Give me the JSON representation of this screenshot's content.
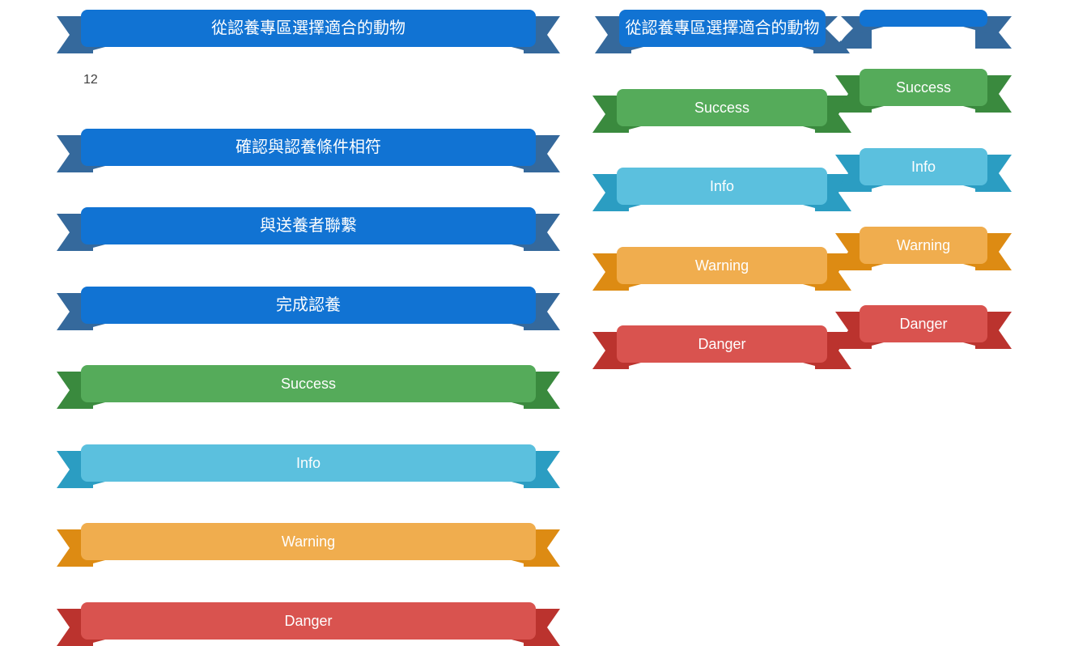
{
  "page": {
    "background": "#ffffff"
  },
  "counter_text": "12",
  "colors": {
    "primary": {
      "banner": "#1173d3",
      "tail": "#35699c"
    },
    "success": {
      "banner": "#55ab5a",
      "tail": "#3a8a3e"
    },
    "info": {
      "banner": "#5bc0de",
      "tail": "#2b9dc2"
    },
    "warning": {
      "banner": "#f0ad4e",
      "tail": "#dd8b13"
    },
    "danger": {
      "banner": "#d9534f",
      "tail": "#bb332e"
    },
    "label_text": "#fefefe",
    "counter_text_color": "#3f3f3f"
  },
  "icons": {
    "diamond-icon": "◆"
  },
  "left_column": {
    "ribbons": [
      {
        "label": "從認養專區選擇適合的動物",
        "variant": "primary"
      },
      {
        "label": "確認與認養條件相符",
        "variant": "primary"
      },
      {
        "label": "與送養者聯繫",
        "variant": "primary"
      },
      {
        "label": "完成認養",
        "variant": "primary"
      },
      {
        "label": "Success",
        "variant": "success"
      },
      {
        "label": "Info",
        "variant": "info"
      },
      {
        "label": "Warning",
        "variant": "warning"
      },
      {
        "label": "Danger",
        "variant": "danger"
      }
    ]
  },
  "right_column": {
    "header": {
      "left_label": "從認養專區選擇適合的動物",
      "left_variant": "primary",
      "right_label": "",
      "right_variant": "primary"
    },
    "rows": [
      {
        "left_label": "Success",
        "right_label": "Success",
        "variant": "success"
      },
      {
        "left_label": "Info",
        "right_label": "Info",
        "variant": "info"
      },
      {
        "left_label": "Warning",
        "right_label": "Warning",
        "variant": "warning"
      },
      {
        "left_label": "Danger",
        "right_label": "Danger",
        "variant": "danger"
      }
    ]
  }
}
